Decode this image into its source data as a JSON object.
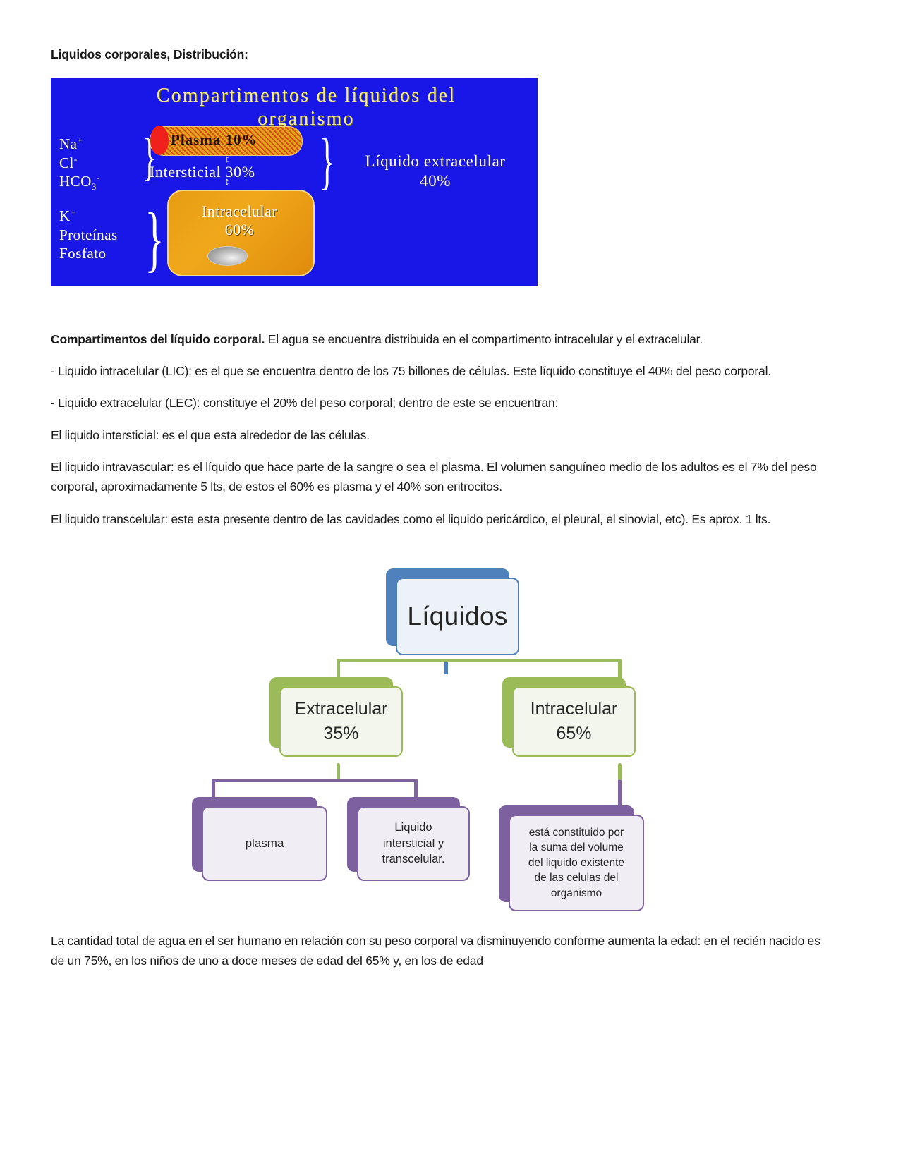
{
  "document": {
    "heading": "Liquidos corporales, Distribución:"
  },
  "figure_blue": {
    "title_line1": "Compartimentos de líquidos del",
    "title_line2": "organismo",
    "ions_extracellular": [
      "Na",
      "Cl",
      "HCO"
    ],
    "ions_extracellular_text": "Na+  Cl-  HCO3-",
    "ions_intracellular": [
      "K+",
      "Proteínas",
      "Fosfato"
    ],
    "plasma_label": "Plasma 10%",
    "interstitial_label": "Intersticial 30%",
    "extracellular_label_line1": "Líquido extracelular",
    "extracellular_label_line2": "40%",
    "intracellular_label_line1": "Intracelular",
    "intracellular_label_line2": "60%",
    "colors": {
      "background": "#1817E8",
      "title": "#F2EA95",
      "plasma_cap": "#F0211C",
      "intracellular_fill": "#E79C12"
    }
  },
  "paragraphs": {
    "p1_bold": "Compartimentos del líquido corporal.",
    "p1_rest": " El agua se encuentra distribuida en el compartimento intracelular y el extracelular.",
    "p2": "-  Liquido intracelular (LIC): es el que se encuentra dentro de los 75 billones de células. Este líquido constituye el 40% del peso corporal.",
    "p3": "-  Liquido extracelular (LEC): constituye el 20% del peso corporal; dentro de este se encuentran:",
    "p4": "El liquido intersticial: es el que esta alrededor de las células.",
    "p5": "El liquido intravascular: es el líquido que hace parte de la sangre o sea el plasma. El volumen sanguíneo medio de los adultos es el 7% del peso corporal, aproximadamente 5 lts, de estos el 60% es plasma y el 40% son eritrocitos.",
    "p6": "El liquido transcelular: este esta presente dentro de las cavidades como el liquido pericárdico, el pleural, el sinovial, etc). Es aprox. 1 lts.",
    "p7": "La cantidad total de agua en el ser humano en relación con su peso corporal va disminuyendo conforme aumenta la edad: en el recién nacido es de un 75%, en los niños de uno a doce meses de edad del 65% y, en los de edad"
  },
  "flowchart": {
    "type": "tree",
    "root": {
      "label": "Líquidos",
      "color": "#4F81BD"
    },
    "children": [
      {
        "label_line1": "Extracelular",
        "label_line2": "35%",
        "value": 35,
        "color": "#9BBB59",
        "leaves": [
          {
            "label": "plasma",
            "color": "#8064A2"
          },
          {
            "label_line1": "Liquido",
            "label_line2": "intersticial y",
            "label_line3": "transcelular.",
            "color": "#8064A2"
          }
        ]
      },
      {
        "label_line1": "Intracelular",
        "label_line2": "65%",
        "value": 65,
        "color": "#9BBB59",
        "leaves": [
          {
            "label_line1": "está constituido por",
            "label_line2": "la suma del volume",
            "label_line3": "del liquido existente",
            "label_line4": "de las celulas del",
            "label_line5": "organismo",
            "color": "#8064A2"
          }
        ]
      }
    ]
  }
}
